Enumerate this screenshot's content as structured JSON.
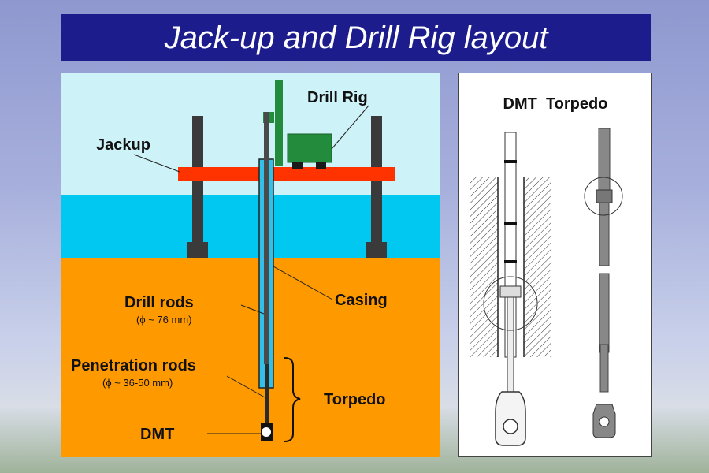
{
  "title": "Jack-up and Drill Rig layout",
  "left_diagram": {
    "labels": {
      "drill_rig": "Drill Rig",
      "jackup": "Jackup",
      "drill_rods": "Drill rods",
      "drill_rods_dim": "(ϕ ~ 76 mm)",
      "casing": "Casing",
      "penetration_rods": "Penetration rods",
      "penetration_rods_dim": "(ϕ ~ 36-50 mm)",
      "torpedo": "Torpedo",
      "dmt": "DMT"
    },
    "colors": {
      "sky": "#cdf2f7",
      "sea": "#00c8f0",
      "soil": "#ff9900",
      "platform": "#ff3300",
      "legs": "#3a3a3a",
      "rig": "#228b3c"
    }
  },
  "right_diagram": {
    "title": "DMT  Torpedo"
  }
}
